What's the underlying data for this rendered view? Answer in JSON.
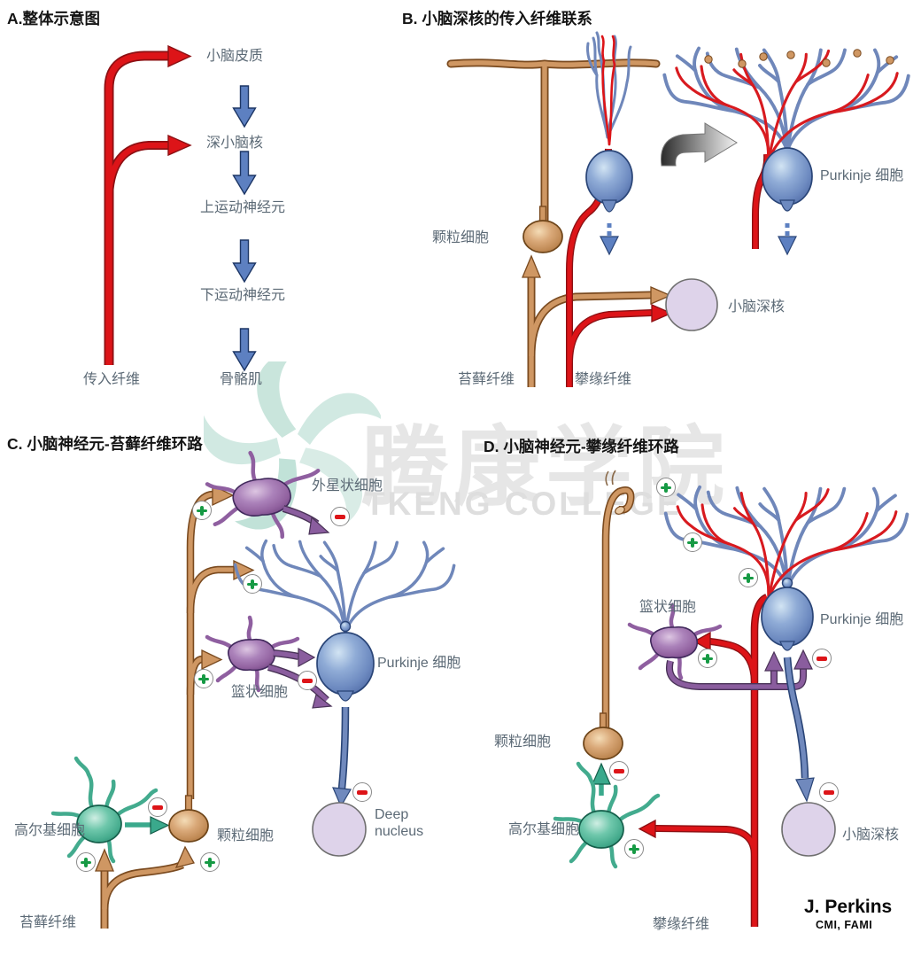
{
  "colors": {
    "red_fiber": "#dd1418",
    "tan_fiber": "#cf9763",
    "blue_cell": "#7089bd",
    "purple_cell": "#9c6fad",
    "teal_cell": "#52bba0",
    "deep_nucleus_fill": "#ded3ea",
    "flow_arrow_blue": "#5d80c1",
    "label_gray": "#5c6a76",
    "plus_green": "#169a44",
    "minus_red": "#dd1418"
  },
  "icons": {
    "plus": "plus-in-circle",
    "minus": "minus-in-circle",
    "transition": "gray-3d-arrow"
  },
  "watermark": {
    "line1": "腾康学院",
    "line2": "TKENG COLLEGE"
  },
  "panels": {
    "a": {
      "title": "A.整体示意图",
      "labels": {
        "cortex": "小脑皮质",
        "deep_nuclei": "深小脑核",
        "upper_motor": "上运动神经元",
        "lower_motor": "下运动神经元",
        "skeletal_muscle": "骨骼肌",
        "afferent_fiber": "传入纤维"
      }
    },
    "b": {
      "title": "B. 小脑深核的传入纤维联系",
      "labels": {
        "granule_cell": "颗粒细胞",
        "purkinje_cell": "Purkinje 细胞",
        "deep_nucleus": "小脑深核",
        "mossy_fiber": "苔藓纤维",
        "climbing_fiber": "攀缘纤维"
      }
    },
    "c": {
      "title": "C. 小脑神经元-苔藓纤维环路",
      "labels": {
        "stellate_cell": "外星状细胞",
        "purkinje_cell": "Purkinje 细胞",
        "basket_cell": "篮状细胞",
        "golgi_cell": "高尔基细胞",
        "granule_cell": "颗粒细胞",
        "deep_nucleus_line1": "Deep",
        "deep_nucleus_line2": "nucleus",
        "mossy_fiber": "苔藓纤维"
      }
    },
    "d": {
      "title": "D. 小脑神经元-攀缘纤维环路",
      "labels": {
        "basket_cell": "篮状细胞",
        "purkinje_cell": "Purkinje 细胞",
        "granule_cell": "颗粒细胞",
        "golgi_cell": "高尔基细胞",
        "deep_nucleus": "小脑深核",
        "climbing_fiber": "攀缘纤维"
      }
    }
  },
  "credit": {
    "name": "J. Perkins",
    "title": "CMI, FAMI"
  }
}
